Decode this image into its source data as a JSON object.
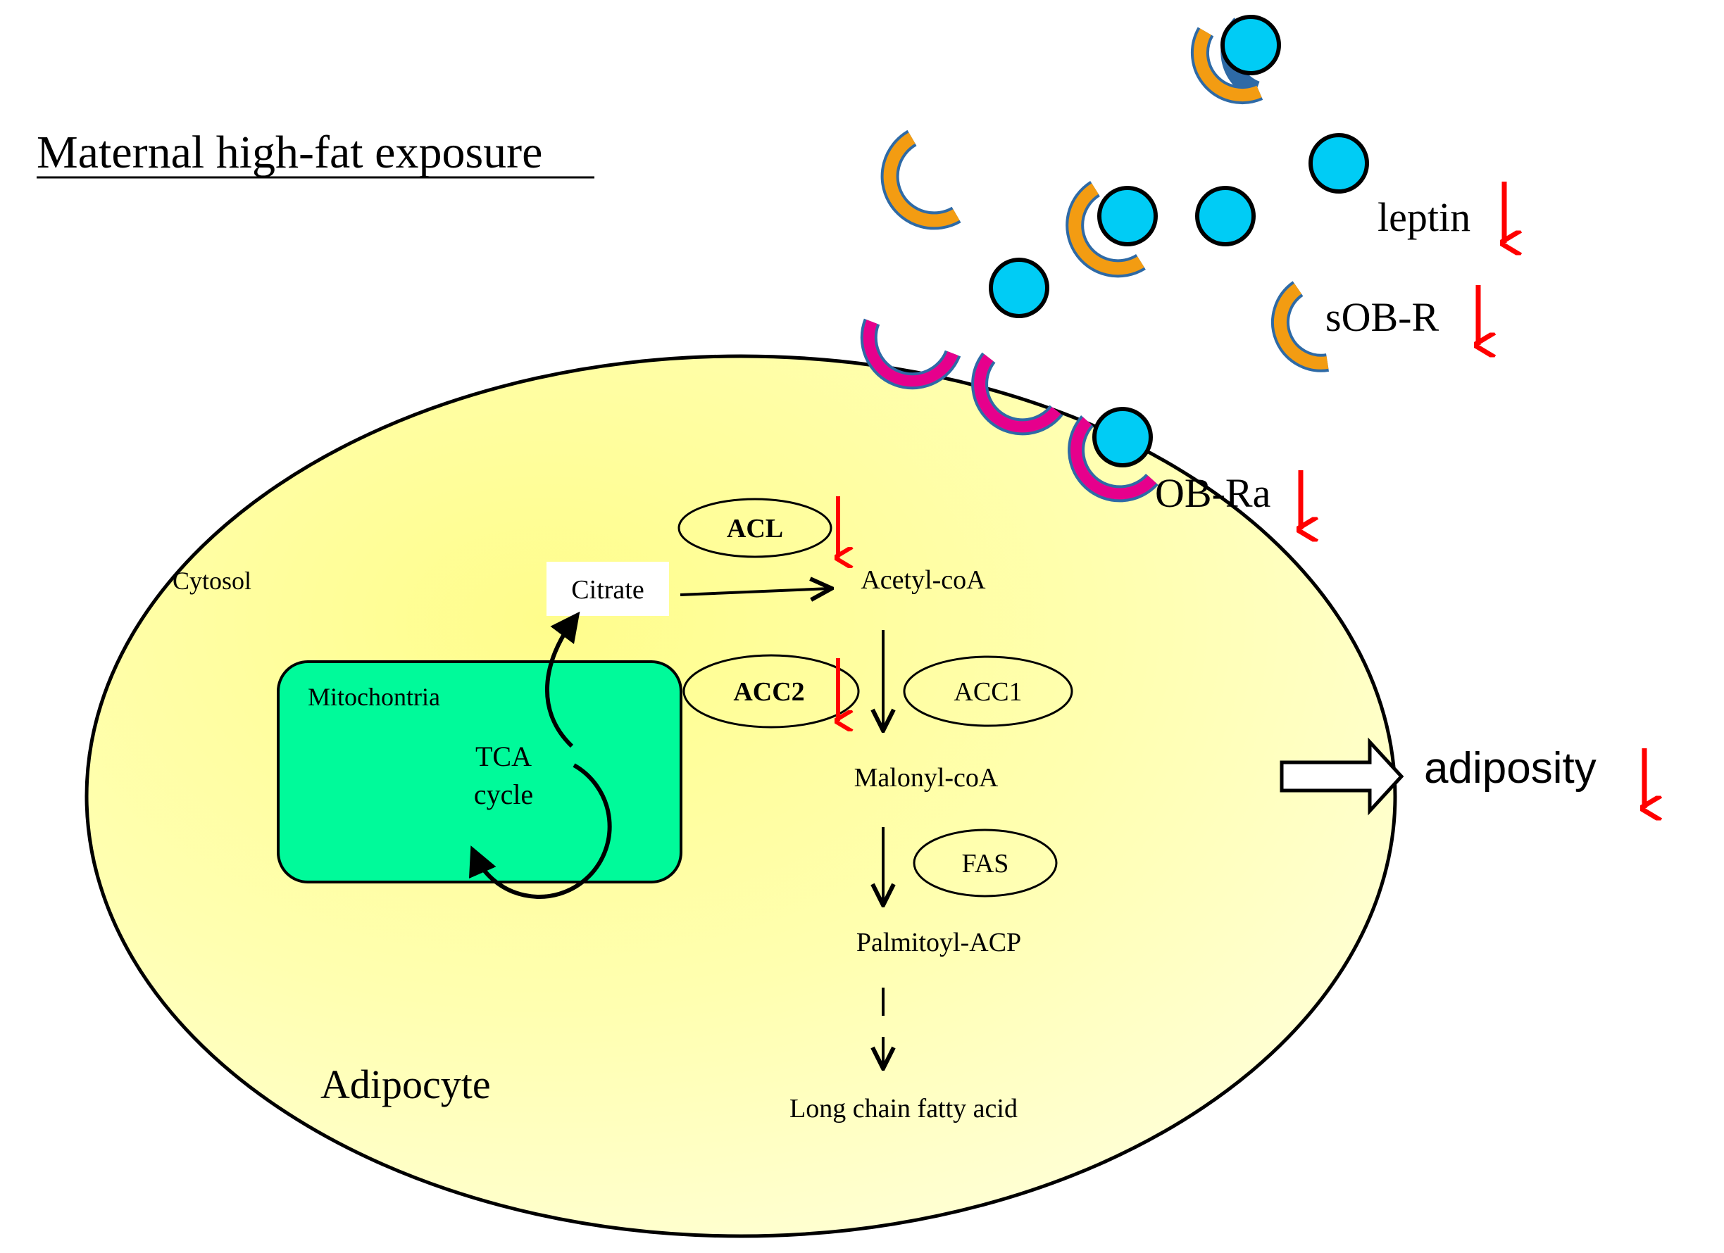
{
  "title": "Maternal high-fat exposure",
  "cell_label": "Adipocyte",
  "cytosol_label": "Cytosol",
  "mitochondria_label": "Mitochontria",
  "tca_line1": "TCA",
  "tca_line2": "cycle",
  "citrate": "Citrate",
  "pathway": {
    "acetyl_coa": "Acetyl-coA",
    "malonyl_coa": "Malonyl-coA",
    "palmitoyl_acp": "Palmitoyl-ACP",
    "lcfa": "Long chain fatty acid"
  },
  "enzymes": {
    "acl": "ACL",
    "acc2": "ACC2",
    "acc1": "ACC1",
    "fas": "FAS"
  },
  "legend": {
    "leptin": "leptin",
    "sobr": "sOB-R",
    "obra": "OB-Ra"
  },
  "outcome": "adiposity",
  "colors": {
    "cell_fill": "#ffffb0",
    "mito_fill": "#00fa9a",
    "leptin": "#00ccf5",
    "sobr": "#f39c12",
    "obra": "#e6008c",
    "receptor_outline": "#2e6aa6",
    "decrease_arrow": "#ff0000"
  },
  "icons": {
    "decrease": "down-arrow-red-icon",
    "outcome": "hollow-right-arrow-icon"
  }
}
